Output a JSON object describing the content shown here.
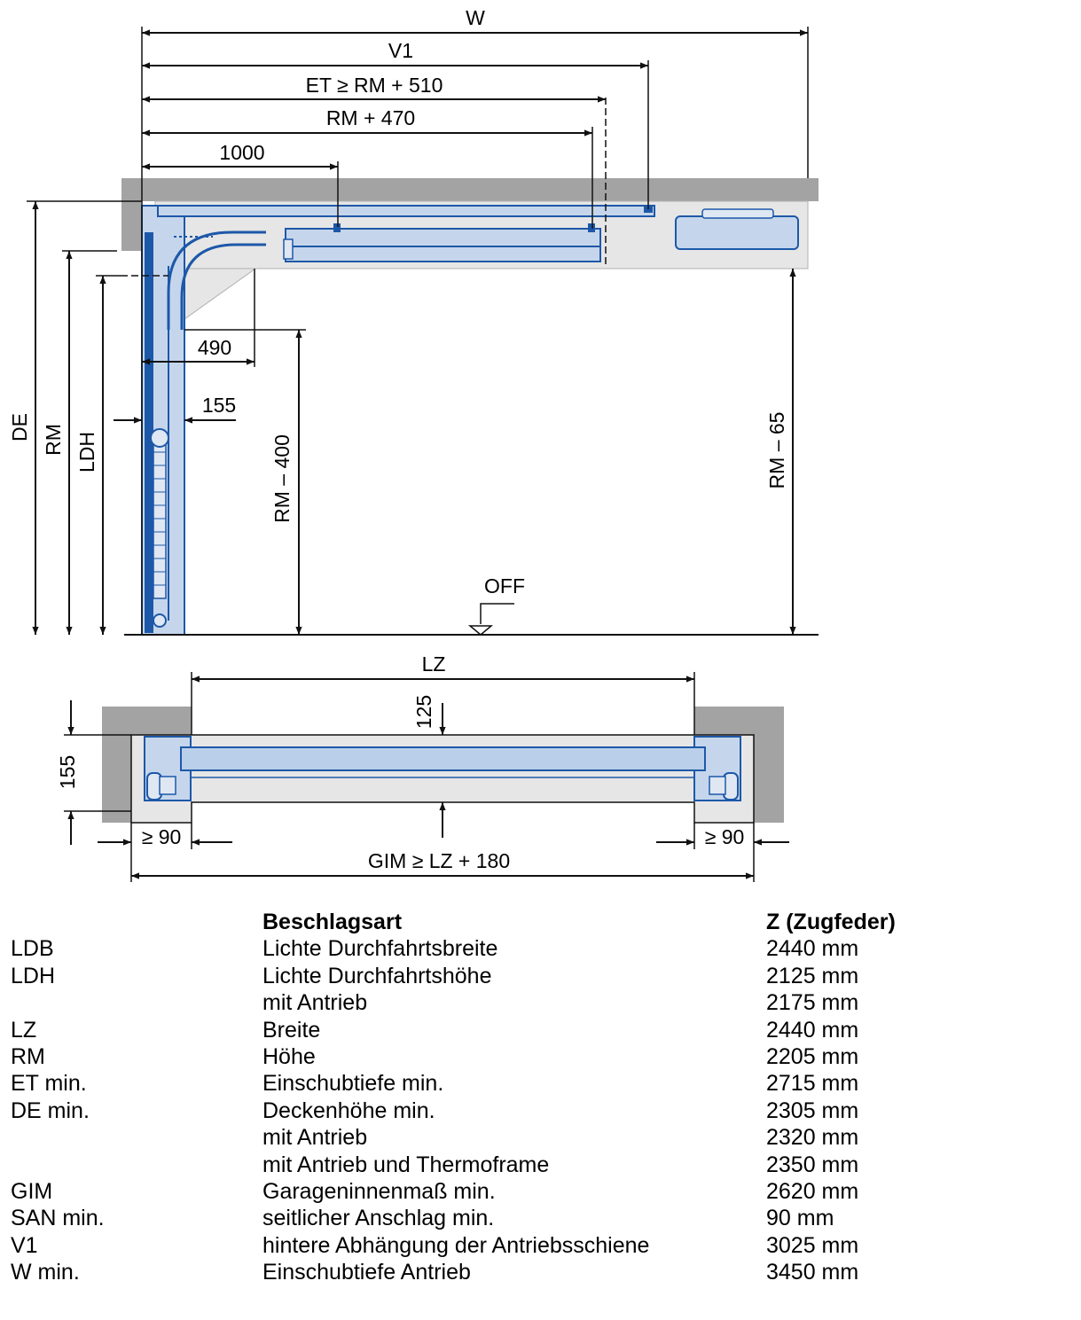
{
  "colors": {
    "wall_gray": "#a3a3a3",
    "light_gray": "#e4e4e4",
    "door_blue": "#1d58a8",
    "door_light_blue": "#b9cfea"
  },
  "side_view": {
    "dim_w": "W",
    "dim_v1": "V1",
    "dim_et": "ET ≥ RM + 510",
    "dim_rm470": "RM + 470",
    "dim_1000": "1000",
    "dim_490": "490",
    "dim_155": "155",
    "dim_rm400": "RM – 400",
    "dim_rm65": "RM – 65",
    "dim_de": "DE",
    "dim_rm": "RM",
    "dim_ldh": "LDH",
    "off_label": "OFF"
  },
  "top_view": {
    "dim_lz": "LZ",
    "dim_125": "125",
    "dim_155": "155",
    "dim_san_left": "≥ 90",
    "dim_san_right": "≥ 90",
    "dim_gim": "GIM ≥ LZ + 180"
  },
  "table": {
    "header": {
      "abbr": "",
      "label": "Beschlagsart",
      "value": "Z (Zugfeder)"
    },
    "rows": [
      {
        "abbr": "LDB",
        "label": "Lichte Durchfahrtsbreite",
        "value": "2440 mm"
      },
      {
        "abbr": "LDH",
        "label": "Lichte Durchfahrtshöhe",
        "value": "2125 mm"
      },
      {
        "abbr": "",
        "label": "mit Antrieb",
        "value": "2175 mm"
      },
      {
        "abbr": "LZ",
        "label": "Breite",
        "value": "2440 mm"
      },
      {
        "abbr": "RM",
        "label": "Höhe",
        "value": "2205 mm"
      },
      {
        "abbr": "ET min.",
        "label": "Einschubtiefe min.",
        "value": "2715 mm"
      },
      {
        "abbr": "DE min.",
        "label": "Deckenhöhe min.",
        "value": "2305 mm"
      },
      {
        "abbr": "",
        "label": "mit Antrieb",
        "value": "2320 mm"
      },
      {
        "abbr": "",
        "label": "mit Antrieb und Thermoframe",
        "value": "2350 mm"
      },
      {
        "abbr": "GIM",
        "label": "Garageninnenmaß min.",
        "value": "2620 mm"
      },
      {
        "abbr": "SAN min.",
        "label": "seitlicher Anschlag min.",
        "value": "90 mm"
      },
      {
        "abbr": "V1",
        "label": "hintere Abhängung der Antriebsschiene",
        "value": "3025 mm"
      },
      {
        "abbr": "W min.",
        "label": "Einschubtiefe Antrieb",
        "value": "3450 mm"
      }
    ]
  }
}
